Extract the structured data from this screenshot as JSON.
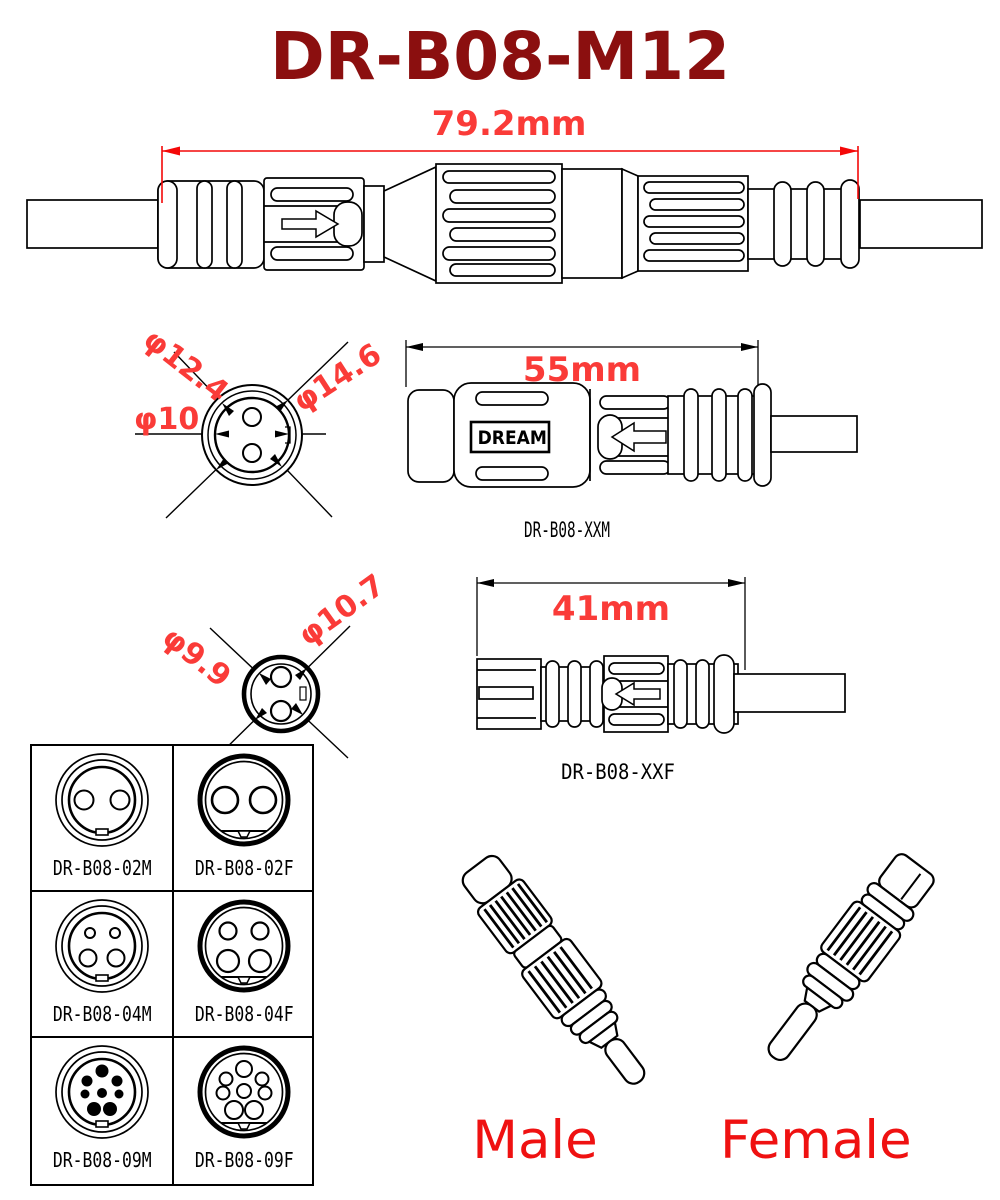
{
  "title": "DR-B08-M12",
  "colors": {
    "title_maroon": "#8b0f0f",
    "dimension_red": "#fa3b38",
    "dim_line_red": "#f40808",
    "label_red": "#ef1111",
    "ink": "#000000"
  },
  "mated_view": {
    "dim_label": "79.2mm"
  },
  "male_view": {
    "dim_label": "55mm",
    "brand": "DREAM",
    "part_label": "DR-B08-XXM"
  },
  "female_view": {
    "dim_label": "41mm",
    "part_label": "DR-B08-XXF"
  },
  "male_cross_section": {
    "mid_dia": "φ12.4",
    "outer_dia": "φ14.6",
    "inner_dia": "φ10"
  },
  "female_cross_section": {
    "inner_dia": "φ9.9",
    "outer_dia": "φ10.7"
  },
  "variant_table": {
    "cells": [
      {
        "label": "DR-B08-02M",
        "pins": 2,
        "gender": "male"
      },
      {
        "label": "DR-B08-02F",
        "pins": 2,
        "gender": "female"
      },
      {
        "label": "DR-B08-04M",
        "pins": 4,
        "gender": "male"
      },
      {
        "label": "DR-B08-04F",
        "pins": 4,
        "gender": "female"
      },
      {
        "label": "DR-B08-09M",
        "pins": 9,
        "gender": "male"
      },
      {
        "label": "DR-B08-09F",
        "pins": 9,
        "gender": "female"
      }
    ]
  },
  "perspective_labels": {
    "male": "Male",
    "female": "Female"
  }
}
